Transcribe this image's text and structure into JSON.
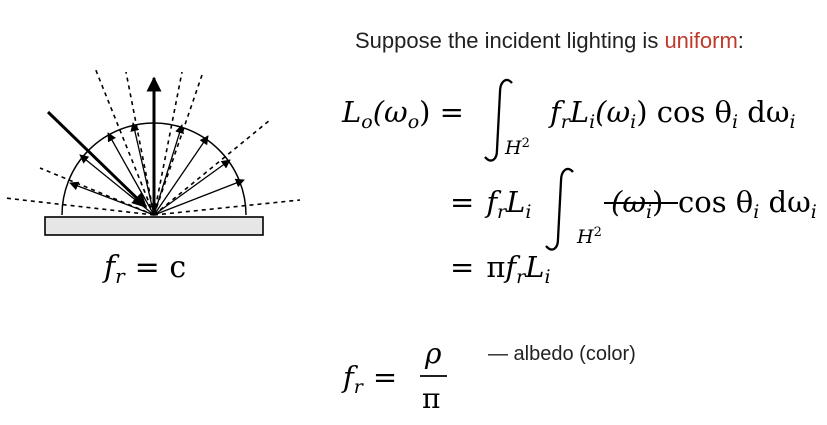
{
  "slide": {
    "heading_prefix": "Suppose the incident lighting is ",
    "heading_highlight": "uniform",
    "heading_suffix": ":",
    "highlight_color": "#c0392b",
    "diagram_label": {
      "f": "f",
      "sub": "r",
      "rest": "= c"
    },
    "equation": {
      "line1": {
        "lhs_L": "L",
        "lhs_sub": "o",
        "lhs_arg": "(ω",
        "lhs_arg_sub": "o",
        "lhs_close": ") =",
        "domain_base": "H",
        "domain_exp": "2",
        "integrand": "f",
        "integrand_sub": "r",
        "integrand2": "L",
        "integrand2_sub": "i",
        "integrand3": "(ω",
        "integrand3_sub": "i",
        "integrand4": ") cos θ",
        "integrand4_sub": "i",
        "integrand5": " dω",
        "integrand5_sub": "i"
      },
      "line2": {
        "eq": "=",
        "f": "f",
        "f_sub": "r",
        "L": "L",
        "L_sub": "i",
        "domain_base": "H",
        "domain_exp": "2",
        "struck": "(ω",
        "struck_sub": "i",
        "struck_close": ")",
        "cos": "cos θ",
        "cos_sub": "i",
        "dw": " dω",
        "dw_sub": "i"
      },
      "line3": {
        "eq": "=",
        "pi": "π",
        "f": "f",
        "f_sub": "r",
        "L": "L",
        "L_sub": "i"
      }
    },
    "albedo": {
      "f": "f",
      "f_sub": "r",
      "eq": "=",
      "num": "ρ",
      "den": "π",
      "note": "— albedo (color)"
    }
  }
}
